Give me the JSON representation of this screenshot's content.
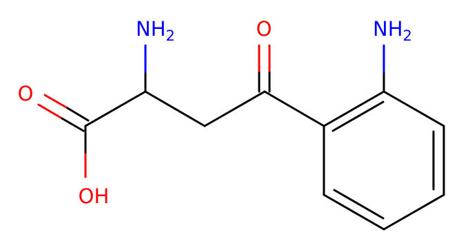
{
  "molecule": {
    "colors": {
      "bond": "#000000",
      "oxygen": "#ff0000",
      "nitrogen": "#0000ff"
    },
    "labels": {
      "amine_alpha": {
        "main": "NH",
        "sub": "2"
      },
      "amine_aryl": {
        "main": "NH",
        "sub": "2"
      },
      "ketone_oxygen": "O",
      "acid_carbonyl_oxygen": "O",
      "acid_hydroxyl": "OH"
    }
  }
}
